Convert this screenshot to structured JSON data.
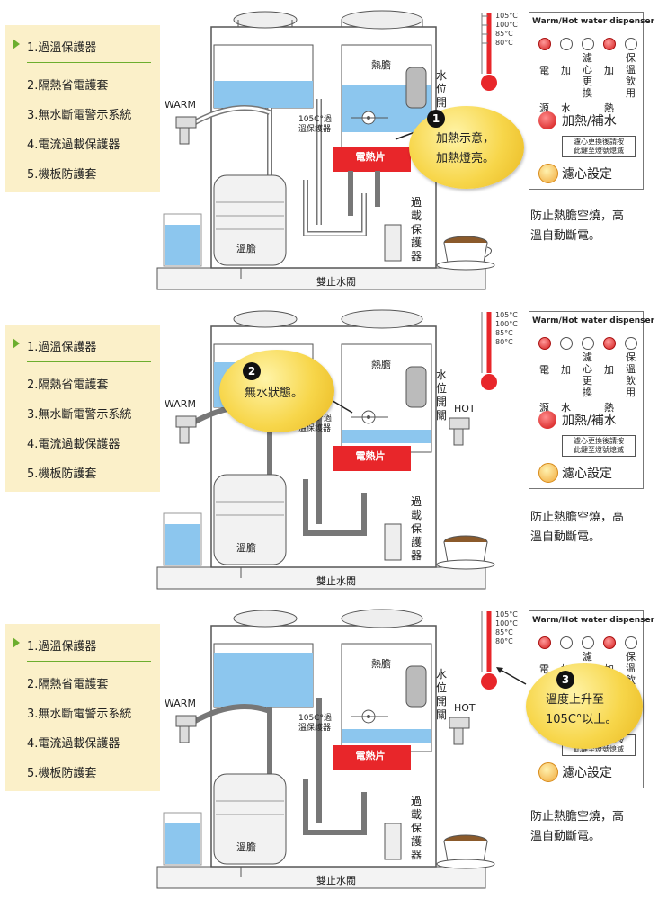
{
  "menu": {
    "items": [
      {
        "label": "1.過溫保護器",
        "active": true
      },
      {
        "label": "2.隔熱省電護套"
      },
      {
        "label": "3.無水斷電警示系統"
      },
      {
        "label": "4.電流過載保護器"
      },
      {
        "label": "5.機板防護套"
      }
    ]
  },
  "diagram": {
    "warm": "WARM",
    "hot": "HOT",
    "hot_tank": "熱膽",
    "warm_tank": "溫膽",
    "heater": "電熱片",
    "protector_line1": "105C°過",
    "protector_line2": "溫保護器",
    "water_switch": "水位開關",
    "overload": "過載保護器",
    "check_valve": "雙止水閥"
  },
  "thermometer": {
    "ticks": [
      "105°C",
      "100°C",
      "85°C",
      "80°C"
    ]
  },
  "control_panel": {
    "title": "Warm/Hot water dispenser",
    "leds": [
      {
        "label": "電源",
        "on": true
      },
      {
        "label": "加水",
        "on": false
      },
      {
        "label": "濾心更換",
        "on": false
      },
      {
        "label": "加熱",
        "on": true
      },
      {
        "label": "保溫飲用",
        "on": false
      }
    ],
    "heat_button": "加熱/補水",
    "note_line1": "濾心更換後請按",
    "note_line2": "此鍵至燈號熄滅",
    "filter_button": "濾心設定"
  },
  "side_text": {
    "line1": "防止熱膽空燒，高",
    "line2": "溫自動斷電。"
  },
  "panels": [
    {
      "step": "1",
      "bubble_line1": "加熱示意，",
      "bubble_line2": "加熱燈亮。"
    },
    {
      "step": "2",
      "bubble_line1": "無水狀態。",
      "bubble_line2": ""
    },
    {
      "step": "3",
      "bubble_line1": "溫度上升至",
      "bubble_line2": "105C°以上。"
    }
  ],
  "colors": {
    "menu_bg": "#fbf0c9",
    "accent_green": "#6cae2e",
    "heater_red": "#e8262a",
    "water_blue": "#8cc6ee",
    "bubble_yellow": "#f7d64a"
  }
}
